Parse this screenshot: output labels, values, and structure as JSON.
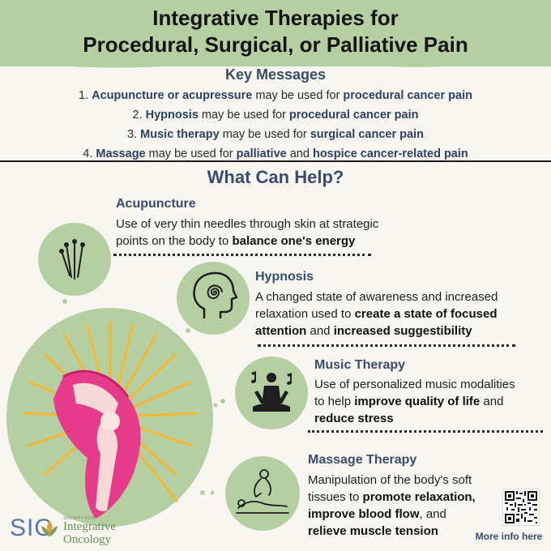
{
  "header": {
    "title_line1": "Integrative Therapies for",
    "title_line2": "Procedural, Surgical, or Palliative Pain"
  },
  "key_messages": {
    "title": "Key Messages",
    "items": [
      {
        "num": "1.",
        "bold1": "Acupuncture or acupressure",
        "mid": " may be used for ",
        "bold2": "procedural cancer pain",
        "mid2": "",
        "bold3": "",
        "tail": ""
      },
      {
        "num": "2.",
        "bold1": "Hypnosis",
        "mid": " may be used for ",
        "bold2": "procedural cancer pain",
        "mid2": "",
        "bold3": "",
        "tail": ""
      },
      {
        "num": "3.",
        "bold1": "Music therapy",
        "mid": " may be used for ",
        "bold2": "surgical cancer pain",
        "mid2": "",
        "bold3": "",
        "tail": ""
      },
      {
        "num": "4.",
        "bold1": "Massage",
        "mid": " may be used for ",
        "bold2": "palliative",
        "mid2": " and ",
        "bold3": "hospice cancer-related pain",
        "tail": ""
      }
    ]
  },
  "what_can_help": {
    "title": "What Can Help?",
    "sections": {
      "acupuncture": {
        "heading": "Acupuncture",
        "line1": "Use of very thin needles through skin at strategic",
        "line2_plain": "points on the body to ",
        "line2_bold": "balance one's energy"
      },
      "hypnosis": {
        "heading": "Hypnosis",
        "line1": "A changed state of awareness and increased",
        "line2_plain": "relaxation used to ",
        "line2_bold": "create a state of focused",
        "line3_bold1": "attention",
        "line3_plain": " and ",
        "line3_bold2": "increased suggestibility"
      },
      "music": {
        "heading": "Music Therapy",
        "line1": "Use of personalized music modalities",
        "line2_plain": "to help ",
        "line2_bold": "improve quality of life",
        "line2_tail": " and",
        "line3_bold": "reduce stress"
      },
      "massage": {
        "heading": "Massage Therapy",
        "line1": "Manipulation of the body's soft",
        "line2_plain": "tissues to ",
        "line2_bold": "promote relaxation,",
        "line3_bold": "improve blood flow",
        "line3_plain": ", and",
        "line4_bold": "relieve muscle tension"
      }
    }
  },
  "footer": {
    "more_info": "More info here",
    "logo_sio": "SIO",
    "logo_small": "SOCIETY FOR",
    "logo_line1": "Integrative",
    "logo_line2": "Oncology"
  },
  "colors": {
    "accent_green": "#b5cfa3",
    "heading_navy": "#3a4b6b",
    "knee_pink": "#e63b8a",
    "ray_yellow": "#f4b731"
  },
  "icons": [
    "needles-icon",
    "head-spiral-icon",
    "meditating-music-icon",
    "massage-icon",
    "knee-joint-icon",
    "qr-code-icon",
    "lotus-logo-icon"
  ]
}
